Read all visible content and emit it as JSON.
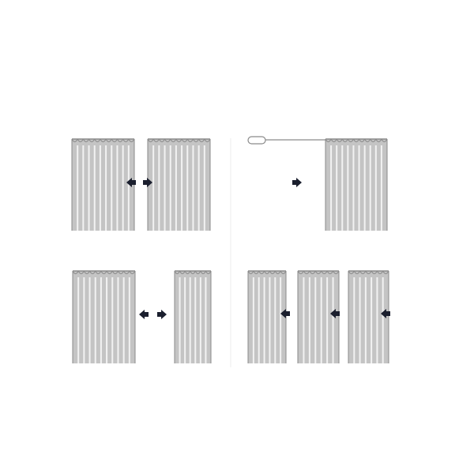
{
  "diagram": {
    "colors": {
      "background": "#ffffff",
      "curtain_fill": "#c4c4c4",
      "curtain_pleat": "#f2f2f2",
      "curtain_edge": "#8a8a8a",
      "arrow": "#1b1f2e",
      "rod": "#8a8a8a",
      "divider": "#eeeeee"
    },
    "panels": [
      {
        "name": "panel-center-split",
        "arrows": [
          "left",
          "right"
        ]
      },
      {
        "name": "panel-one-way-draw",
        "arrows": [
          "right"
        ],
        "rod_icon": "curtain-rod-icon"
      },
      {
        "name": "panel-wide-center-split",
        "arrows": [
          "left",
          "right"
        ]
      },
      {
        "name": "panel-multi-panel",
        "arrows": [
          "left",
          "left",
          "left"
        ]
      }
    ]
  }
}
